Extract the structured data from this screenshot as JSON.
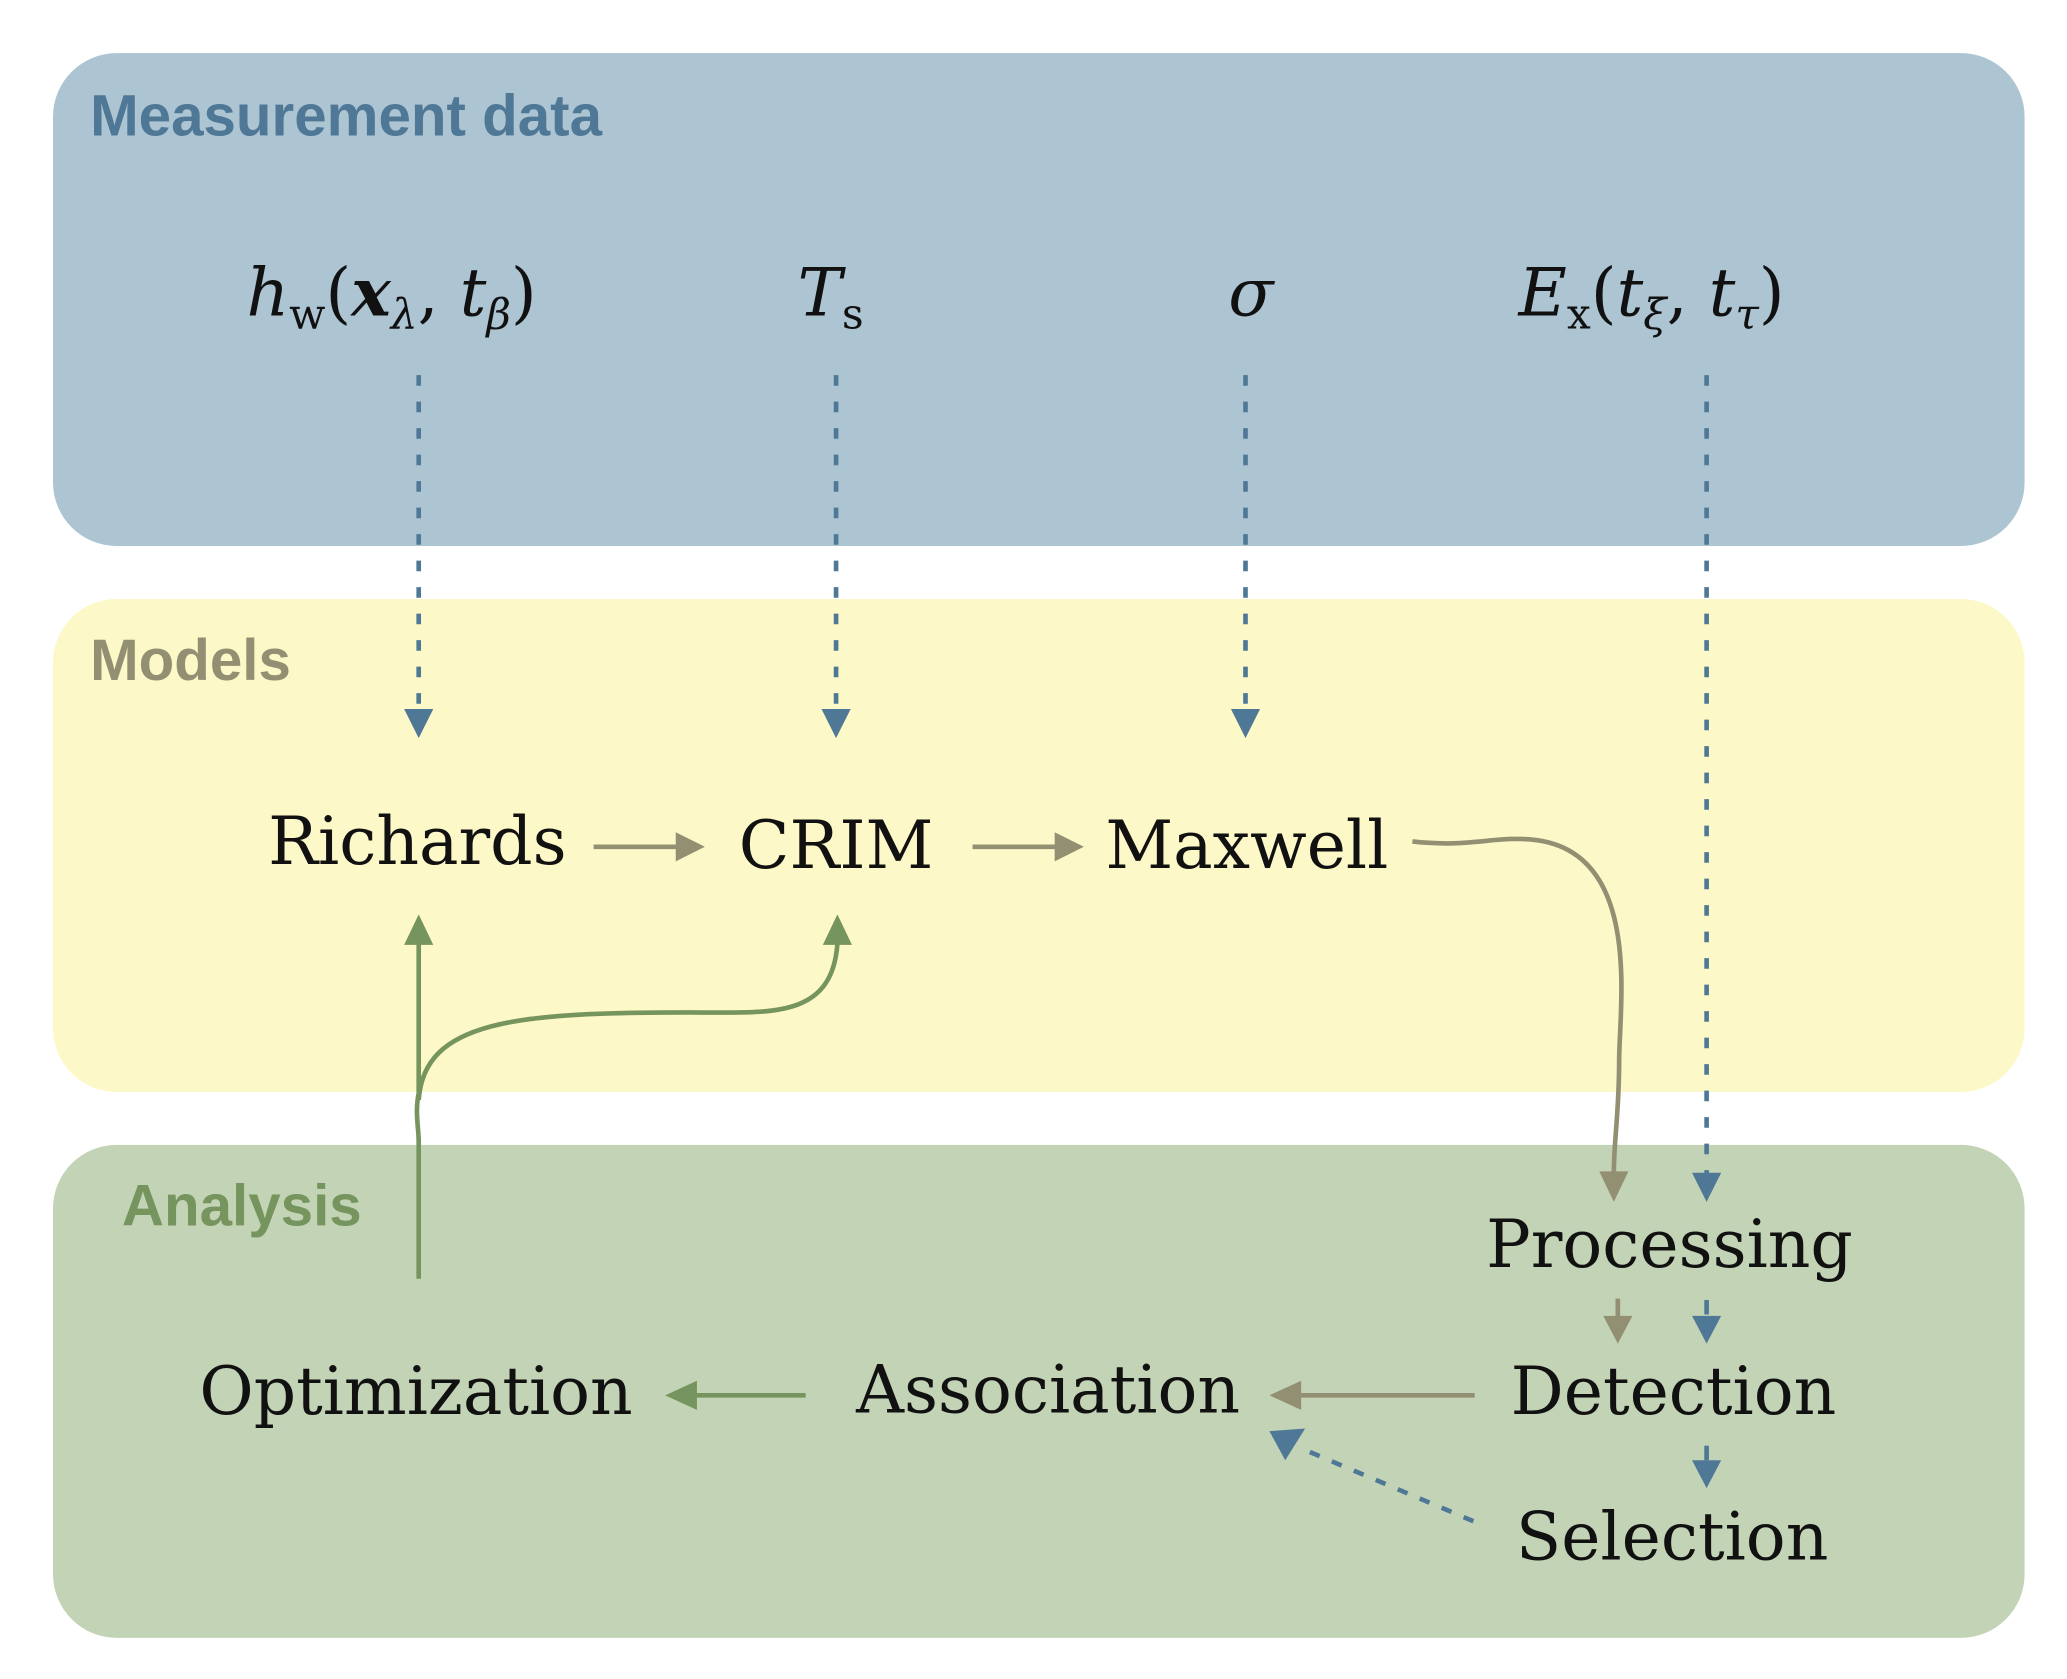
{
  "colors": {
    "measurement_bg": "#adc4d3",
    "measurement_title": "#4f7896",
    "models_bg": "#fdf8c7",
    "models_title": "#938f72",
    "analysis_bg": "#c3d4b6",
    "analysis_title": "#76945d",
    "blue_arrow": "#4f7896",
    "olive_arrow": "#938f72",
    "green_arrow": "#76945d",
    "text": "#111111"
  },
  "panels": {
    "measurement": {
      "title": "Measurement data"
    },
    "models": {
      "title": "Models"
    },
    "analysis": {
      "title": "Analysis"
    }
  },
  "measurements": [
    {
      "id": "hw",
      "base": "h",
      "sub": "w",
      "args": [
        "x",
        "λ",
        "t",
        "β"
      ],
      "label": "h_w(x_λ, t_β)"
    },
    {
      "id": "Ts",
      "base": "T",
      "sub": "s",
      "label": "T_s"
    },
    {
      "id": "sigma",
      "base": "σ",
      "label": "σ"
    },
    {
      "id": "Ex",
      "base": "E",
      "sub": "x",
      "args": [
        "t",
        "ξ",
        "t",
        "τ"
      ],
      "label": "E_x(t_ξ, t_τ)"
    }
  ],
  "models": {
    "richards": "Richards",
    "crim": "CRIM",
    "maxwell": "Maxwell"
  },
  "analysis": {
    "processing": "Processing",
    "detection": "Detection",
    "selection": "Selection",
    "association": "Association",
    "optimization": "Optimization"
  },
  "edges": [
    {
      "from": "h_w(x_λ, t_β)",
      "to": "Richards",
      "style": "dashed",
      "color": "blue"
    },
    {
      "from": "T_s",
      "to": "CRIM",
      "style": "dashed",
      "color": "blue"
    },
    {
      "from": "σ",
      "to": "Maxwell",
      "style": "dashed",
      "color": "blue"
    },
    {
      "from": "E_x(t_ξ, t_τ)",
      "to": "Processing",
      "style": "dashed",
      "color": "blue"
    },
    {
      "from": "Richards",
      "to": "CRIM",
      "style": "solid",
      "color": "olive"
    },
    {
      "from": "CRIM",
      "to": "Maxwell",
      "style": "solid",
      "color": "olive"
    },
    {
      "from": "Maxwell",
      "to": "Processing",
      "style": "solid",
      "color": "olive"
    },
    {
      "from": "Processing",
      "to": "Detection",
      "style": "solid",
      "color": "olive"
    },
    {
      "from": "Processing",
      "to": "Detection",
      "style": "dashed",
      "color": "blue"
    },
    {
      "from": "Detection",
      "to": "Selection",
      "style": "dashed",
      "color": "blue"
    },
    {
      "from": "Detection",
      "to": "Association",
      "style": "solid",
      "color": "olive"
    },
    {
      "from": "Selection",
      "to": "Association",
      "style": "dashed",
      "color": "blue"
    },
    {
      "from": "Association",
      "to": "Optimization",
      "style": "solid",
      "color": "green"
    },
    {
      "from": "Optimization",
      "to": "Richards",
      "style": "solid",
      "color": "green"
    },
    {
      "from": "Optimization",
      "to": "CRIM",
      "style": "solid",
      "color": "green"
    }
  ]
}
